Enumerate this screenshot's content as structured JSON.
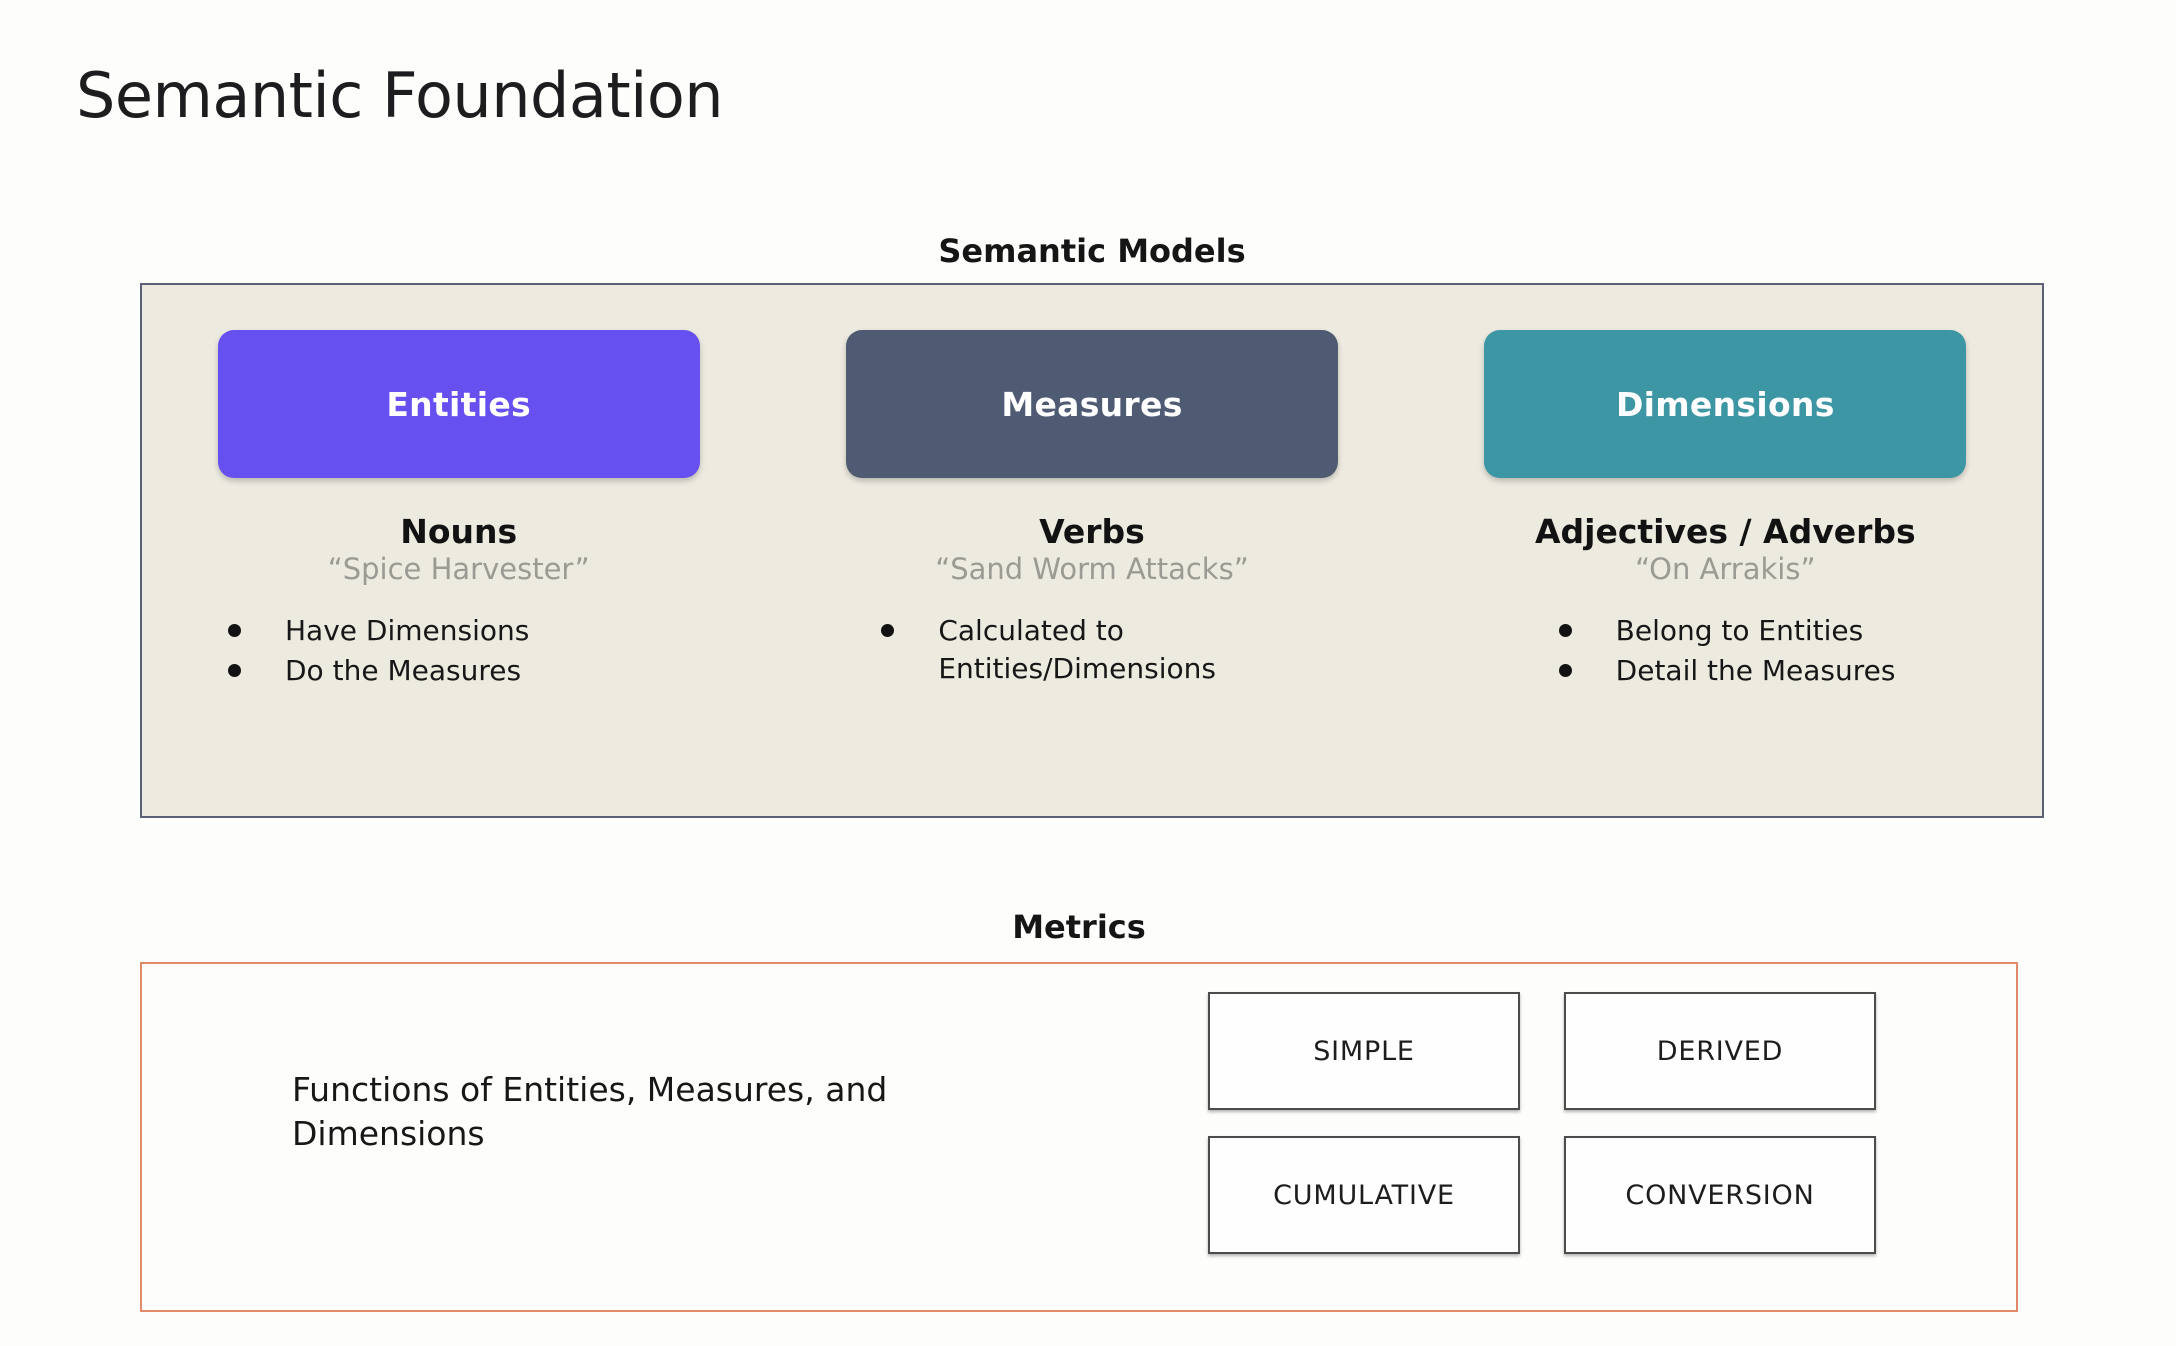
{
  "page": {
    "title": "Semantic Foundation"
  },
  "semantic_models": {
    "section_title": "Semantic Models",
    "columns": [
      {
        "chip_label": "Entities",
        "chip_color": "#6750f0",
        "part_of_speech": "Nouns",
        "example": "“Spice Harvester”",
        "bullets": [
          "Have Dimensions",
          "Do the Measures"
        ]
      },
      {
        "chip_label": "Measures",
        "chip_color": "#4f5a73",
        "part_of_speech": "Verbs",
        "example": "“Sand Worm Attacks”",
        "bullets": [
          "Calculated to Entities/Dimensions"
        ]
      },
      {
        "chip_label": "Dimensions",
        "chip_color": "#3d96a3",
        "part_of_speech": "Adjectives / Adverbs",
        "example": "“On Arrakis”",
        "bullets": [
          "Belong to Entities",
          "Detail the Measures"
        ]
      }
    ]
  },
  "metrics": {
    "section_title": "Metrics",
    "description": "Functions of Entities, Measures, and Dimensions",
    "border_color": "#e08a6a",
    "types": [
      "SIMPLE",
      "DERIVED",
      "CUMULATIVE",
      "CONVERSION"
    ]
  }
}
